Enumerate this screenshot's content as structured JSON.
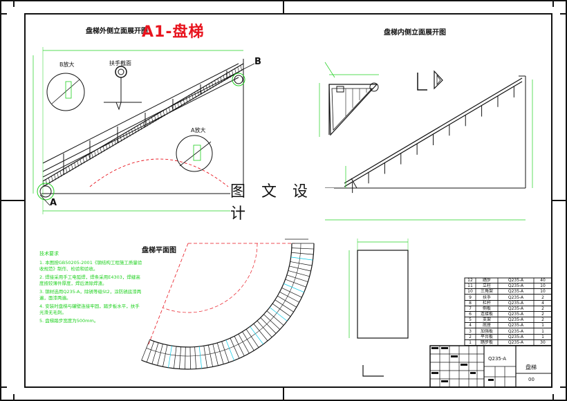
{
  "drawing": {
    "title_main": "A1-盘梯",
    "view_outer": "盘梯外侧立面展开图",
    "view_inner": "盘梯内侧立面展开图",
    "view_plan": "盘梯平面图",
    "watermark": "图 文 设 计",
    "label_A": "A",
    "label_B": "B",
    "detail_B": "B放大",
    "detail_A": "A放大",
    "detail_rail": "扶手截面",
    "tb_material": "Q235-A",
    "tb_name": "盘梯",
    "tb_scale": "00"
  },
  "notes": {
    "heading": "技术要求",
    "lines": [
      "1. 本图按GB50205-2001《钢结构工程施工质量验收规范》制作、检验和验收。",
      "2. 焊接采用手工电弧焊，焊条采用E4303，焊缝高度按较薄件厚度，焊后清除焊渣。",
      "3. 钢材选用Q235-A，除锈等级St2，涂防锈底漆两遍，面漆两遍。",
      "4. 安装时盘梯与罐壁连接牢固，踏步板水平，扶手光滑无毛刺。",
      "5. 盘梯踏步宽度为500mm。"
    ]
  },
  "parts_list": {
    "rows": [
      {
        "no": "12",
        "name": "踏步",
        "mat": "Q235-A",
        "qty": "40"
      },
      {
        "no": "11",
        "name": "立柱",
        "mat": "Q235-A",
        "qty": "10"
      },
      {
        "no": "10",
        "name": "三角架",
        "mat": "Q235-A",
        "qty": "10"
      },
      {
        "no": "9",
        "name": "扶手",
        "mat": "Q235-A",
        "qty": "2"
      },
      {
        "no": "8",
        "name": "栏杆",
        "mat": "Q235-A",
        "qty": "4"
      },
      {
        "no": "7",
        "name": "侧板",
        "mat": "Q235-A",
        "qty": "2"
      },
      {
        "no": "6",
        "name": "连接板",
        "mat": "Q235-A",
        "qty": "2"
      },
      {
        "no": "5",
        "name": "支架",
        "mat": "Q235-A",
        "qty": "2"
      },
      {
        "no": "4",
        "name": "底座",
        "mat": "Q235-A",
        "qty": "1"
      },
      {
        "no": "3",
        "name": "加强板",
        "mat": "Q235-A",
        "qty": "1"
      },
      {
        "no": "2",
        "name": "平台板",
        "mat": "Q235-A",
        "qty": "1"
      },
      {
        "no": "1",
        "name": "踏步板",
        "mat": "Q235-A",
        "qty": "30"
      }
    ]
  },
  "colors": {
    "line": "#111111",
    "green": "#1fd11f",
    "red": "#e8141e",
    "cyan": "#00c8e6",
    "dim": "#1fd11f"
  }
}
